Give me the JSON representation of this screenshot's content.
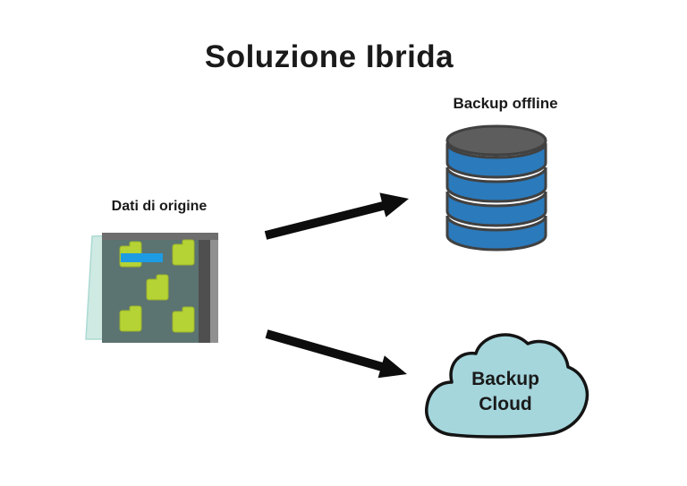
{
  "title": "Soluzione Ibrida",
  "nodes": {
    "source": {
      "label": "Dati di origine",
      "icon": "folders-panel-icon"
    },
    "offline": {
      "label": "Backup offline",
      "icon": "database-icon"
    },
    "cloud": {
      "label": "Backup Cloud",
      "icon": "cloud-icon"
    }
  },
  "edges": [
    {
      "from": "source",
      "to": "offline"
    },
    {
      "from": "source",
      "to": "cloud"
    }
  ],
  "colors": {
    "background": "#ffffff",
    "text": "#1a1a1a",
    "arrow-black": "#0d0d0d",
    "db-blue": "#2b7abc",
    "db-gray": "#5d5d5d",
    "db-outline": "#414141",
    "cloud-fill": "#a4d6dc",
    "cloud-outline": "#141414",
    "folder-green": "#b5d334",
    "folder-outline": "#9cb32c",
    "bar-blue": "#1e9ce3",
    "panel-slate": "#5b7371",
    "panel-top": "#6e6e6e",
    "panel-edge-dark": "#4f4f4f",
    "panel-edge-light": "#909090",
    "backdrop-teal": "#cfe9e3",
    "backdrop-teal-edge": "#abdad2"
  }
}
